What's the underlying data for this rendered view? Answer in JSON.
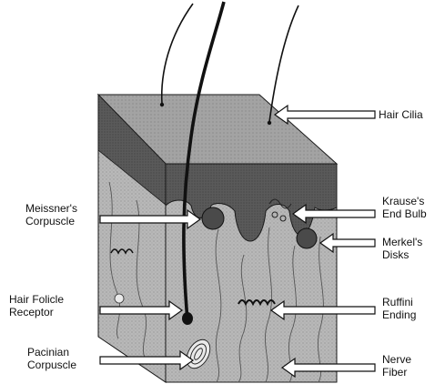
{
  "labels": {
    "hair_cilia": "Hair Cilia",
    "meissner_1": "Meissner's",
    "meissner_2": "Corpuscle",
    "krause_1": "Krause's",
    "krause_2": "End Bulb",
    "merkel_1": "Merkel's",
    "merkel_2": "Disks",
    "hair_follicle_1": "Hair Folicle",
    "hair_follicle_2": "Receptor",
    "ruffini_1": "Ruffini",
    "ruffini_2": "Ending",
    "pacinian_1": "Pacinian",
    "pacinian_2": "Corpuscle",
    "nerve_1": "Nerve",
    "nerve_2": "Fiber"
  },
  "colors": {
    "epidermis_top": "#9c9c9c",
    "epidermis_front": "#5e5e5e",
    "dermis": "#b9b9b9",
    "side_face": "#6d6d6d",
    "outline": "#1a1a1a"
  }
}
